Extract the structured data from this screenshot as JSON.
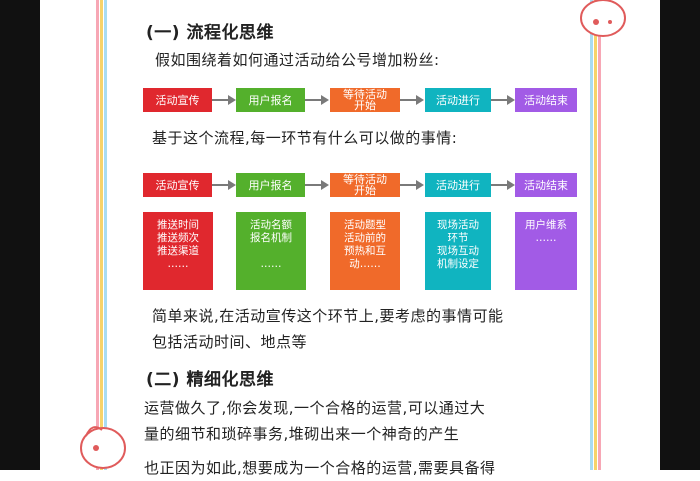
{
  "section1": {
    "title": "(一) 流程化思维",
    "intro": "假如围绕着如何通过活动给公号增加粉丝:",
    "steps": [
      {
        "label": "活动宣传",
        "color": "#e0282e"
      },
      {
        "label": "用户报名",
        "color": "#54b02c"
      },
      {
        "label": "等待活动\n开始",
        "color": "#f06a2a"
      },
      {
        "label": "活动进行",
        "color": "#10b4c0"
      },
      {
        "label": "活动结束",
        "color": "#a25be6"
      }
    ],
    "question": "基于这个流程,每一环节有什么可以做的事情:",
    "details": [
      "推送时间\n推送频次\n推送渠道\n……",
      "活动名额\n报名机制\n\n……",
      "活动题型\n活动前的\n预热和互\n动……",
      "现场活动\n环节\n现场互动\n机制设定",
      "用户维系\n……"
    ],
    "summary_line1": "简单来说,在活动宣传这个环节上,要考虑的事情可能",
    "summary_line2": "包括活动时间、地点等"
  },
  "section2": {
    "title": "(二) 精细化思维",
    "line1": "运营做久了,你会发现,一个合格的运营,可以通过大",
    "line2": "量的细节和琐碎事务,堆砌出来一个神奇的产生",
    "line3": "也正因为如此,想要成为一个合格的运营,需要具备得"
  },
  "colors": {
    "arrow": "#7a7a7a",
    "stripes_left": [
      "#f7a7b5",
      "#f7d36a",
      "#a9dcf2"
    ],
    "stripes_right": [
      "#a9dcf2",
      "#f7d36a",
      "#f7a7b5"
    ]
  }
}
